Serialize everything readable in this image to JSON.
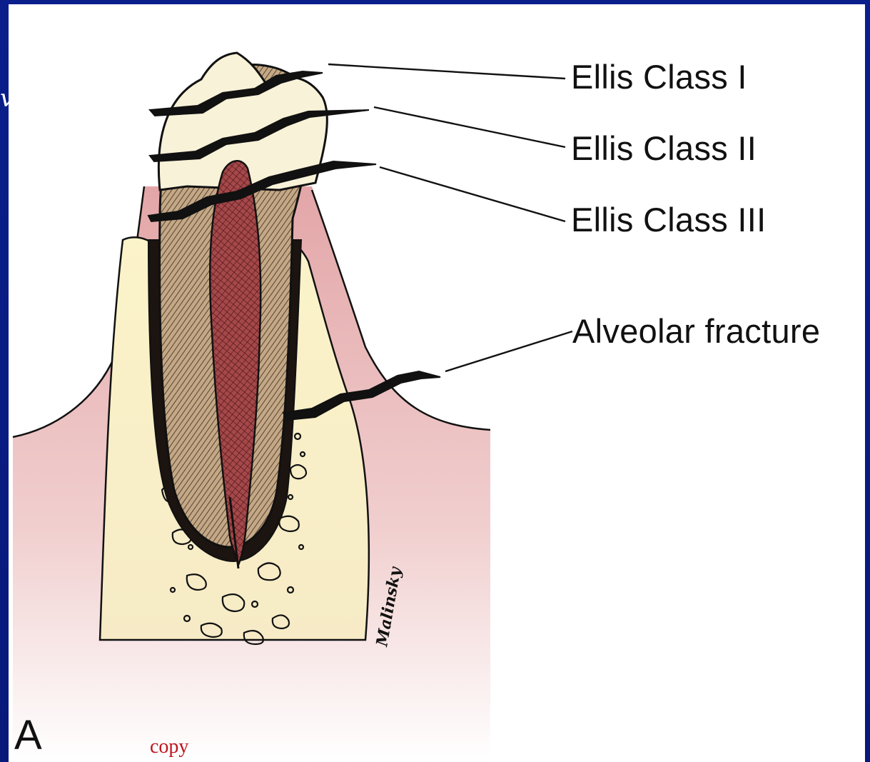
{
  "slide": {
    "edge_glyph": "v"
  },
  "figure": {
    "labels": {
      "class1": "Ellis Class I",
      "class2": "Ellis Class II",
      "class3": "Ellis Class III",
      "alveolar": "Alveolar fracture"
    },
    "panel_letter": "A",
    "artist_signature": "Malinsky",
    "copy_mark": "copy"
  },
  "colors": {
    "slide_background": "#0a1f8c",
    "gum": "#e8b3b3",
    "bone": "#f7ecc2",
    "enamel": "#f8f2d8",
    "dentin": "#c9ad8c",
    "pulp": "#a94b4b",
    "copy_mark": "#c0141e"
  }
}
